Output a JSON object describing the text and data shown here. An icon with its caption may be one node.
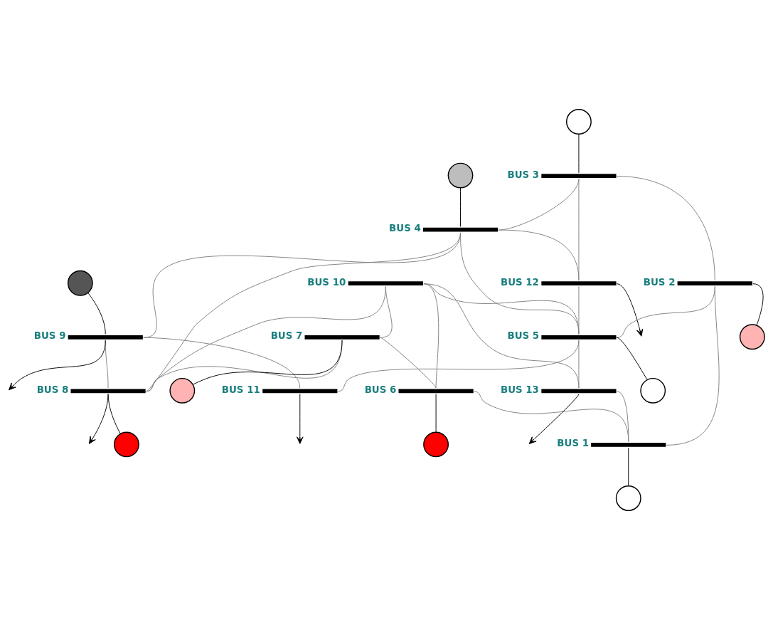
{
  "diagram": {
    "nodes": [
      {
        "text": [
          "BUS 3"
        ]
      },
      {
        "text": [
          "BUS 4"
        ]
      },
      {
        "text": [
          "BUS 12"
        ]
      },
      {
        "text": [
          "BUS 9"
        ]
      },
      {
        "text": [
          "BUS 10"
        ]
      },
      {
        "text": [
          "BUS 2"
        ]
      },
      {
        "text": [
          "BUS 5"
        ]
      },
      {
        "text": [
          "BUS 7"
        ]
      },
      {
        "text": [
          "BUS 11"
        ]
      },
      {
        "text": [
          "BUS 6"
        ]
      },
      {
        "text": [
          "BUS 13"
        ]
      },
      {
        "text": [
          "BUS 8"
        ]
      },
      {
        "text": [
          "BUS 1"
        ]
      },
      {
        "text": [],
        "shape": "circle"
      },
      {
        "text": [],
        "shape": "circle"
      },
      {
        "text": [],
        "shape": "circle"
      },
      {
        "text": [],
        "shape": "circle"
      },
      {
        "text": [],
        "shape": "circle"
      },
      {
        "text": [],
        "shape": "circle"
      },
      {
        "text": [],
        "shape": "circle"
      },
      {
        "text": [],
        "shape": "circle"
      },
      {
        "text": [],
        "shape": "circle"
      }
    ],
    "edges": [
      {
        "from": 0,
        "to": 1,
        "arrow": "none"
      },
      {
        "from": 0,
        "to": 2,
        "arrow": "none"
      },
      {
        "from": 0,
        "to": 5,
        "arrow": "none"
      },
      {
        "from": 1,
        "to": 2,
        "arrow": "none"
      },
      {
        "from": 1,
        "to": 3,
        "arrow": "none"
      },
      {
        "from": 1,
        "to": 11,
        "arrow": "none"
      },
      {
        "from": 1,
        "to": 6,
        "arrow": "none"
      },
      {
        "from": 2,
        "to": 6,
        "arrow": "none"
      },
      {
        "from": 3,
        "to": 11,
        "arrow": "none"
      },
      {
        "from": 3,
        "to": 8,
        "arrow": "none"
      },
      {
        "from": 4,
        "to": 6,
        "arrow": "none"
      },
      {
        "from": 4,
        "to": 9,
        "arrow": "none"
      },
      {
        "from": 4,
        "to": 7,
        "arrow": "none"
      },
      {
        "from": 4,
        "to": 11,
        "arrow": "none"
      },
      {
        "from": 4,
        "to": 10,
        "arrow": "none"
      },
      {
        "from": 5,
        "to": 6,
        "arrow": "none"
      },
      {
        "from": 6,
        "to": 8,
        "arrow": "none"
      },
      {
        "from": 6,
        "to": 10,
        "arrow": "none"
      },
      {
        "from": 7,
        "to": 9,
        "arrow": "none"
      },
      {
        "from": 7,
        "to": 11,
        "arrow": "none"
      },
      {
        "from": 9,
        "to": 12,
        "arrow": "none"
      },
      {
        "from": 5,
        "to": 12,
        "arrow": "none"
      },
      {
        "from": 10,
        "to": 12,
        "arrow": "none"
      },
      {
        "from": 13,
        "to": 0,
        "arrow": "none",
        "color": "#000000"
      },
      {
        "from": 14,
        "to": 1,
        "arrow": "none",
        "color": "#000000"
      },
      {
        "from": 15,
        "to": 3,
        "arrow": "none",
        "color": "#000000"
      },
      {
        "from": 6,
        "to": 16,
        "arrow": "none",
        "color": "#000000"
      },
      {
        "from": 5,
        "to": 17,
        "arrow": "none",
        "color": "#000000"
      },
      {
        "from": 7,
        "to": 18,
        "arrow": "none",
        "color": "#000000"
      },
      {
        "from": 9,
        "to": 19,
        "arrow": "none",
        "color": "#000000"
      },
      {
        "from": 11,
        "to": 20,
        "arrow": "none",
        "color": "#000000"
      },
      {
        "from": 12,
        "to": 21,
        "arrow": "none",
        "color": "#000000"
      },
      {
        "from": 2,
        "to": null,
        "arrow": "to",
        "color": "#000000"
      },
      {
        "from": 3,
        "to": null,
        "arrow": "to",
        "color": "#000000"
      },
      {
        "from": 8,
        "to": null,
        "arrow": "to",
        "color": "#000000"
      },
      {
        "from": 10,
        "to": null,
        "arrow": "to",
        "color": "#000000"
      },
      {
        "from": 11,
        "to": null,
        "arrow": "to",
        "color": "#000000"
      }
    ]
  }
}
